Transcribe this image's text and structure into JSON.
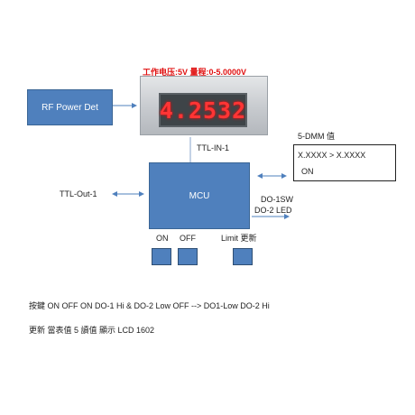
{
  "meter": {
    "spec_label": "工作电压:5V 量程:0-5.0000V",
    "display_value": "4.2532"
  },
  "blocks": {
    "rf_power_det": "RF Power Det",
    "mcu": "MCU"
  },
  "labels": {
    "ttl_in": "TTL-IN-1",
    "ttl_out": "TTL-Out-1",
    "do1": "DO-1SW",
    "do2": "DO-2  LED",
    "dmm_title": "5-DMM 值",
    "on": "ON",
    "off": "OFF",
    "limit": "Limit 更新"
  },
  "dmm": {
    "line1": "X.XXXX     > X.XXXX",
    "line2": "ON"
  },
  "notes": {
    "line1": "按鍵  ON  OFF     ON  DO-1  Hi  &  DO-2 Low      OFF  -->  DO1-Low  DO-2  Hi",
    "line2": "更新 當表值 5  讀值  顯示 LCD 1602"
  },
  "colors": {
    "block_fill": "#4f80bd",
    "arrow": "#4f80bd",
    "digit": "#ff3535",
    "spec_text": "#e01010"
  }
}
